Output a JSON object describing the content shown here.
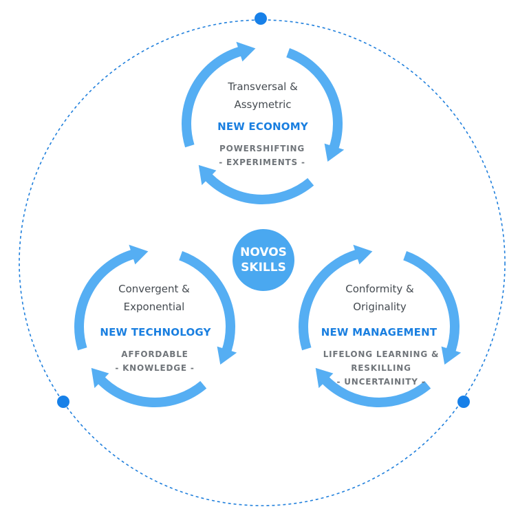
{
  "center": {
    "label": "NOVOS\nSKILLS"
  },
  "colors": {
    "arrow": "#55aef3",
    "center_fill": "#4aa8f0",
    "dashed_ring": "#1f7fdc",
    "node_dot": "#1780e8",
    "heading": "#1a7fe0",
    "subtitle": "#444a50",
    "note": "#70757a"
  },
  "cycles": [
    {
      "id": "economy",
      "subtitle_lines": [
        "Transversal &",
        "Assymetric"
      ],
      "heading": "NEW ECONOMY",
      "note_lines": [
        "POWERSHIFTING",
        "- EXPERIMENTS -"
      ]
    },
    {
      "id": "technology",
      "subtitle_lines": [
        "Convergent &",
        "Exponential"
      ],
      "heading": "NEW TECHNOLOGY",
      "note_lines": [
        "AFFORDABLE",
        "- KNOWLEDGE -"
      ]
    },
    {
      "id": "management",
      "subtitle_lines": [
        "Conformity &",
        "Originality"
      ],
      "heading": "NEW MANAGEMENT",
      "note_lines": [
        "LIFELONG LEARNING &",
        "RESKILLING",
        "- UNCERTAINITY -"
      ]
    }
  ]
}
